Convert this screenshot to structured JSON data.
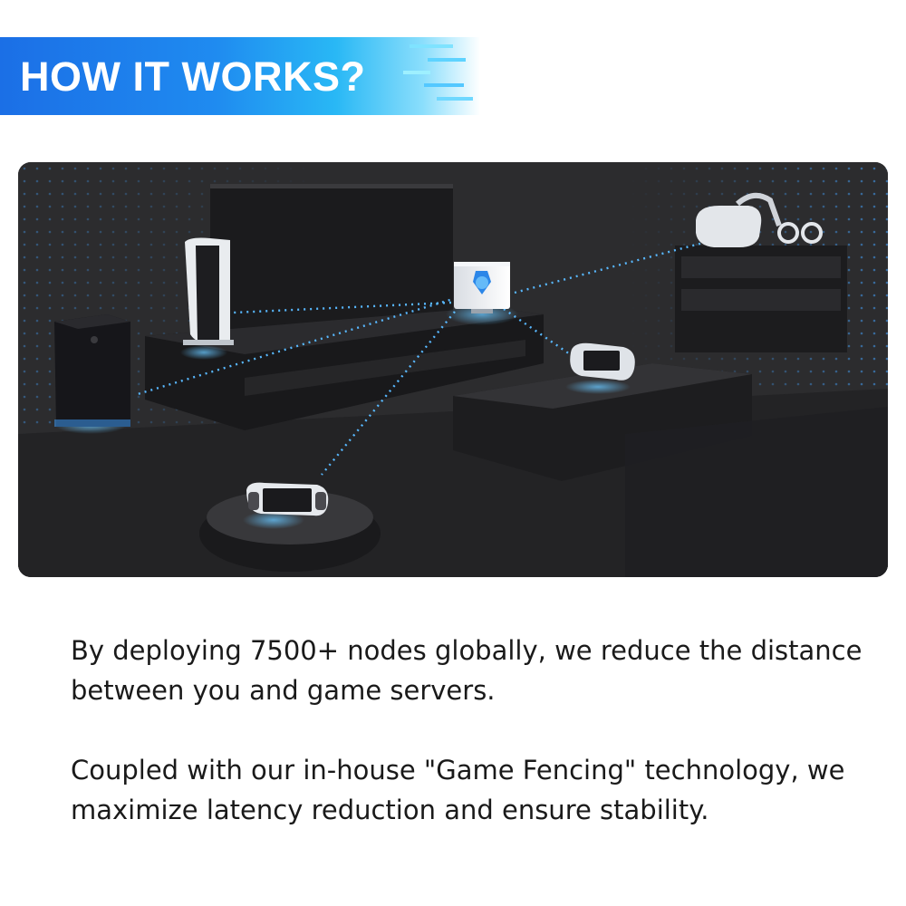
{
  "header": {
    "title": "HOW IT WORKS?"
  },
  "body": {
    "paragraph_1": "By deploying 7500+ nodes globally, we reduce the distance between you and game servers.",
    "paragraph_2": "Coupled with our in-house \"Game Fencing\" technology, we maximize latency reduction and ensure stability."
  },
  "colors": {
    "banner_blue": "#1b6fe6",
    "banner_cyan": "#29b8f5",
    "link_glow": "#4fb6ff",
    "scene_dark": "#2a2a2c"
  },
  "icons": [
    "speed-lines-icon",
    "router-device",
    "game-console-tower",
    "game-console-box",
    "handheld-console",
    "vr-headset"
  ]
}
